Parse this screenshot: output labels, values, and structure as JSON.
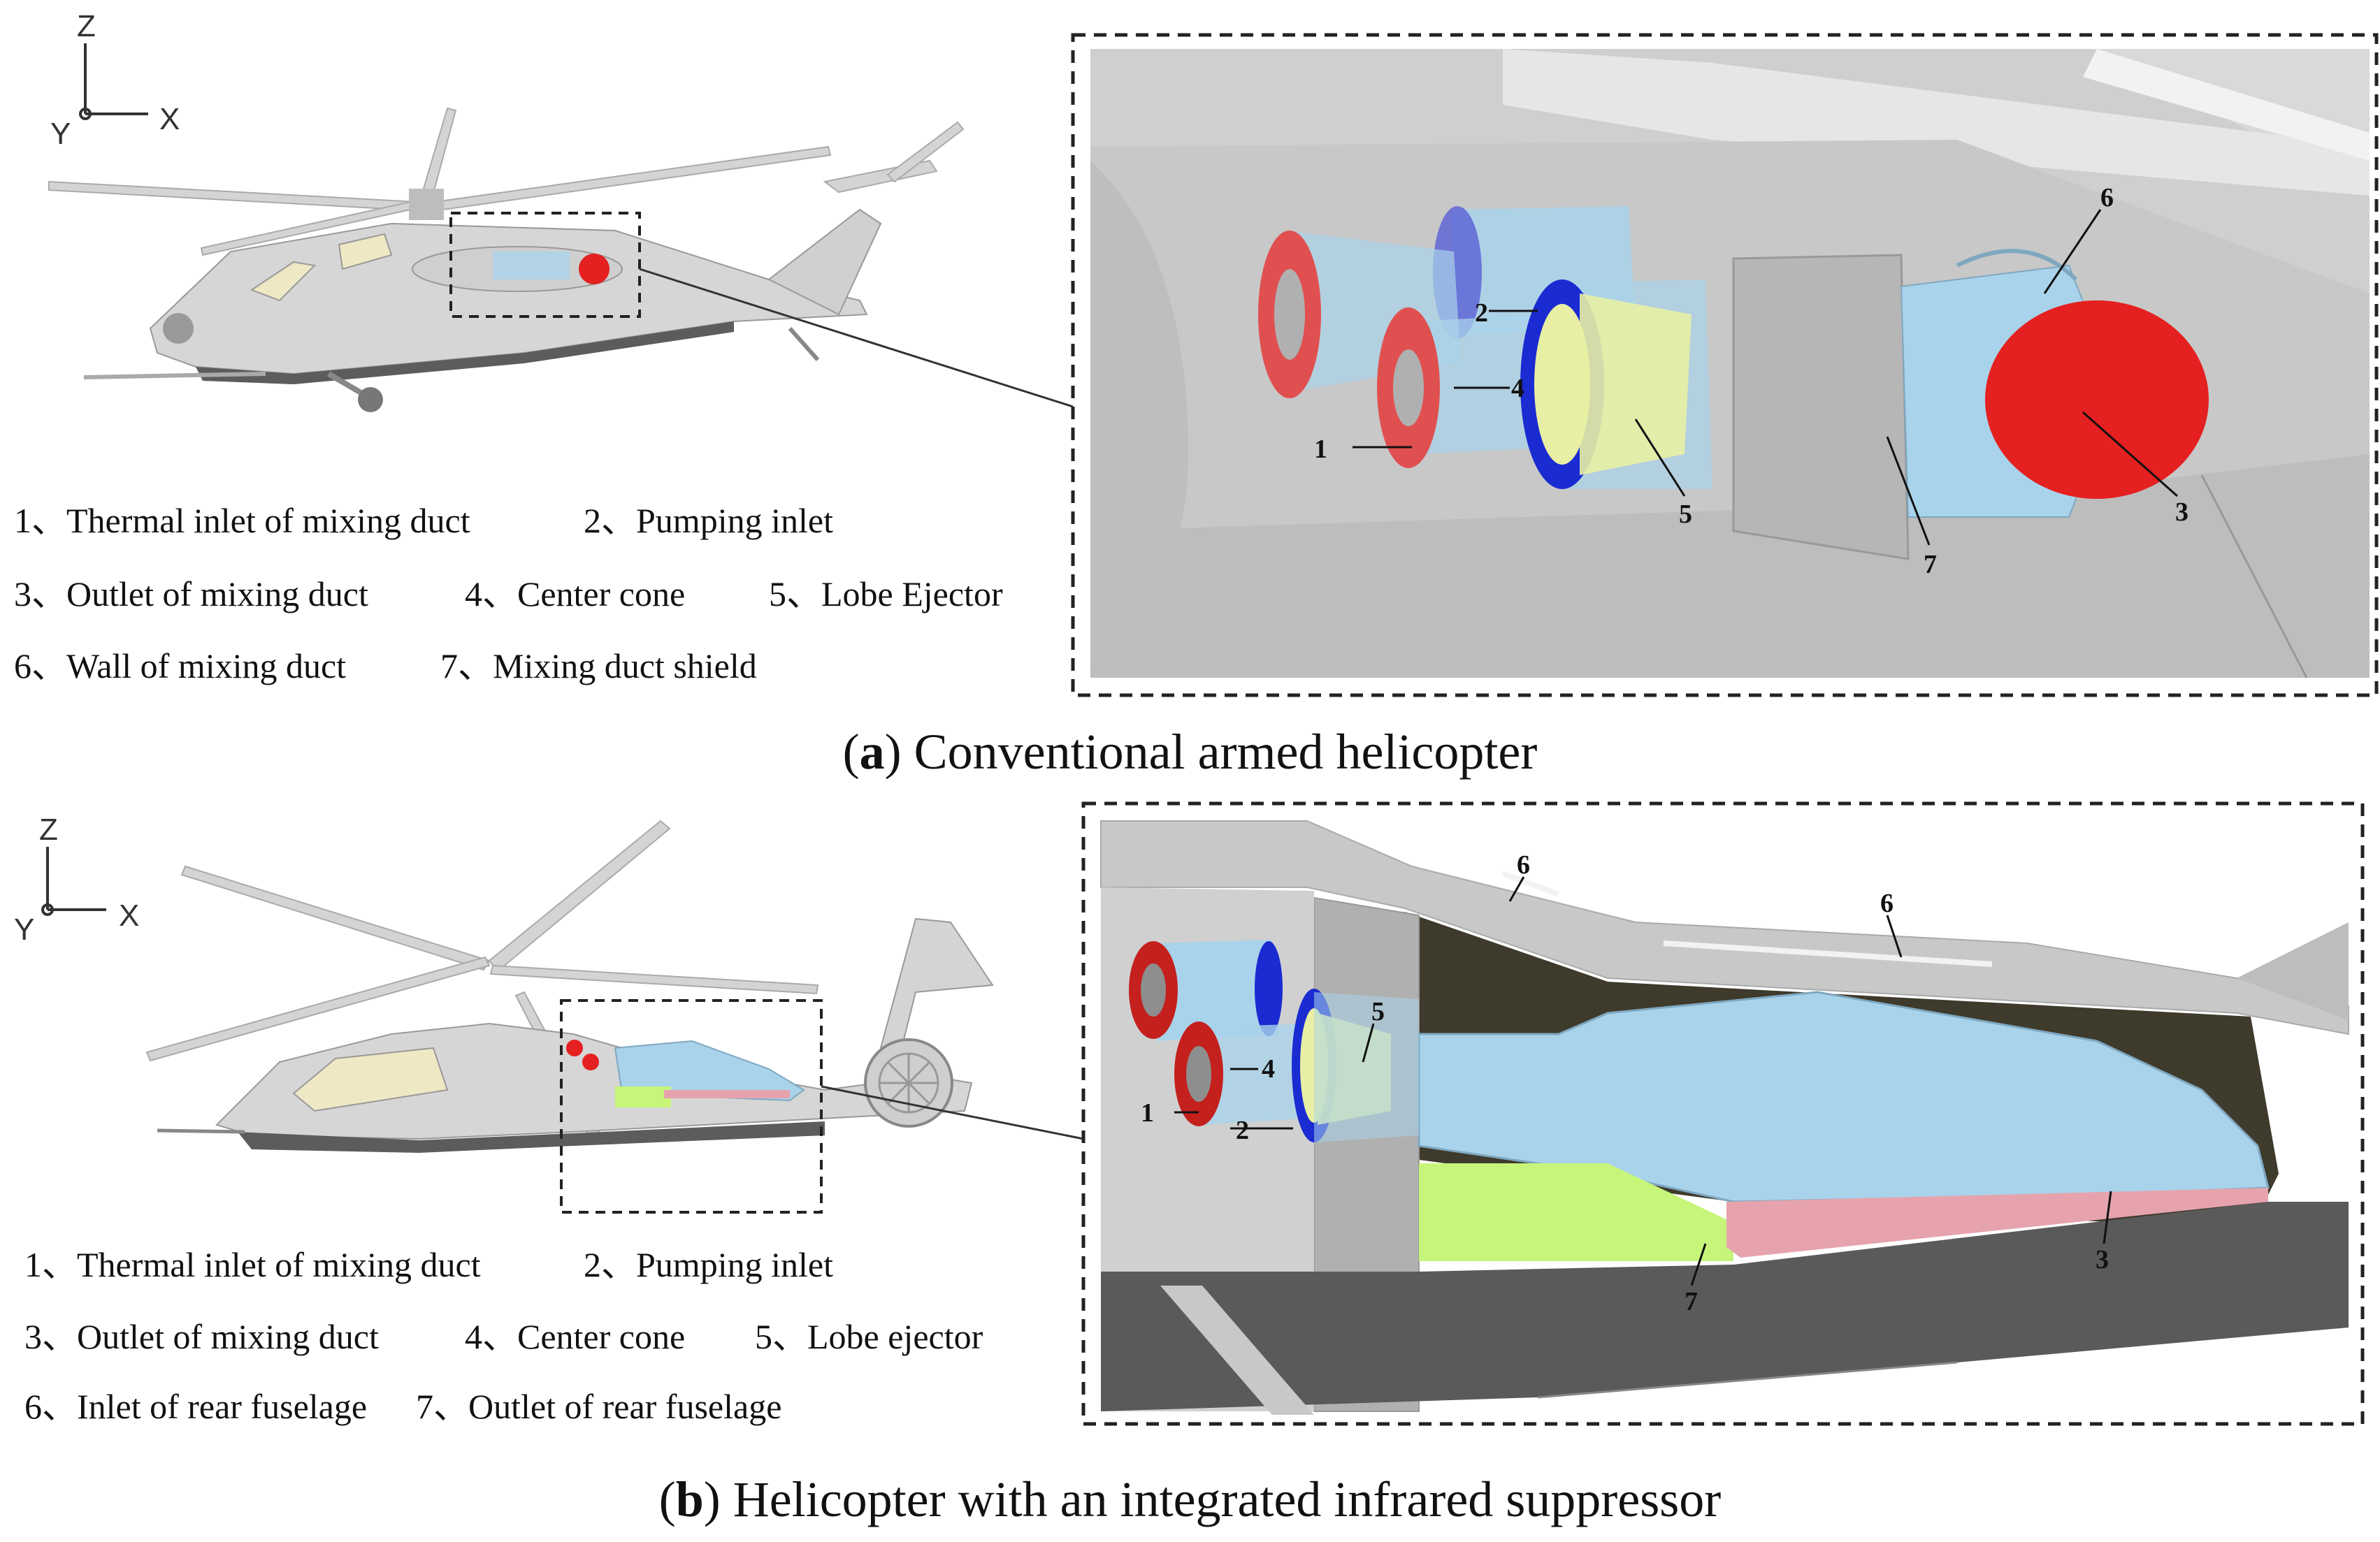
{
  "panel_a": {
    "axes": {
      "z": "Z",
      "y": "Y",
      "x": "X"
    },
    "legend": [
      "1、Thermal inlet of mixing duct",
      "2、Pumping inlet",
      "3、Outlet of mixing duct",
      "4、Center cone",
      "5、Lobe Ejector",
      "6、Wall of mixing duct",
      "7、Mixing duct shield"
    ],
    "callouts": [
      "1",
      "2",
      "3",
      "4",
      "5",
      "6",
      "7"
    ],
    "caption_letter": "a",
    "caption_text": " Conventional armed helicopter"
  },
  "panel_b": {
    "axes": {
      "z": "Z",
      "y": "Y",
      "x": "X"
    },
    "legend": [
      "1、Thermal inlet of mixing duct",
      "2、Pumping inlet",
      "3、Outlet of mixing duct",
      "4、Center cone",
      "5、Lobe ejector",
      "6、Inlet of rear fuselage",
      "7、Outlet of rear fuselage"
    ],
    "callouts": [
      "1",
      "2",
      "3",
      "4",
      "5",
      "6",
      "6",
      "7"
    ],
    "caption_letter": "b",
    "caption_text": " Helicopter with an integrated infrared suppressor"
  },
  "colors": {
    "fuselage_light": "#d9d9d9",
    "fuselage_dark": "#5a5a5a",
    "duct_blue": "#a9d3ea",
    "inlet_red": "#e52020",
    "pump_ring_blue": "#1a2bd1",
    "lobe_yellow": "#e8efa4",
    "green_panel": "#c7f57a",
    "outlet_pink": "#e6a3ad",
    "cockpit_tan": "#efe8c4",
    "dark_olive": "#3e3a2c"
  }
}
